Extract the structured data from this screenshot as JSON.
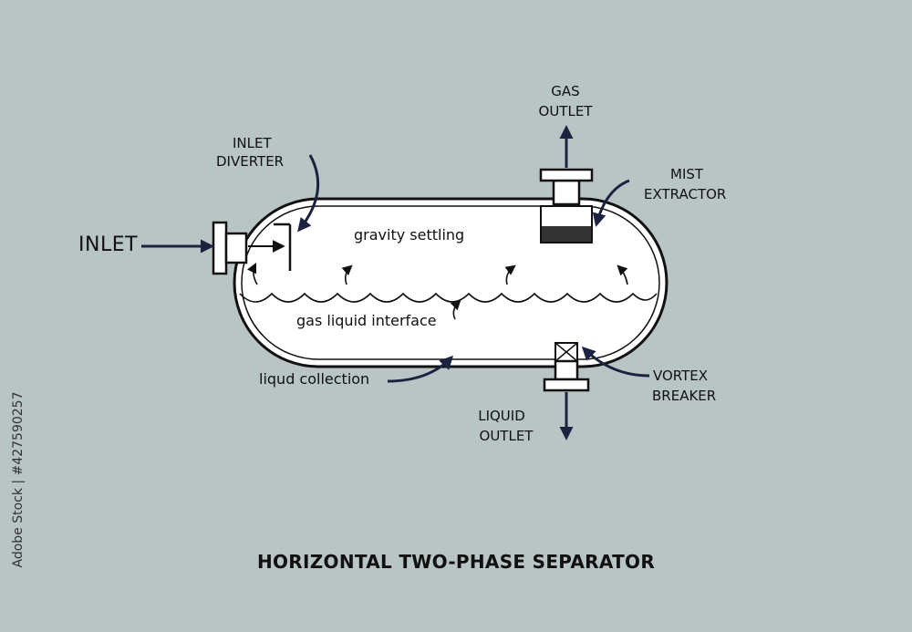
{
  "title": "HORIZONTAL TWO-PHASE SEPARATOR",
  "labels": {
    "inlet": "INLET",
    "inlet_diverter_1": "INLET",
    "inlet_diverter_2": "DIVERTER",
    "gas_outlet_1": "GAS",
    "gas_outlet_2": "OUTLET",
    "mist_extractor_1": "MIST",
    "mist_extractor_2": "EXTRACTOR",
    "gravity_settling": "gravity settling",
    "gas_liquid_interface": "gas liquid interface",
    "liquid_collection": "liqud collection",
    "vortex_breaker_1": "VORTEX",
    "vortex_breaker_2": "BREAKER",
    "liquid_outlet_1": "LIQUID",
    "liquid_outlet_2": "OUTLET"
  },
  "stock_id": "Adobe Stock | #427590257",
  "colors": {
    "background": "#b9c4c4",
    "arrow": "#1c2340",
    "line": "#111111",
    "vessel_fill": "#ffffff"
  }
}
